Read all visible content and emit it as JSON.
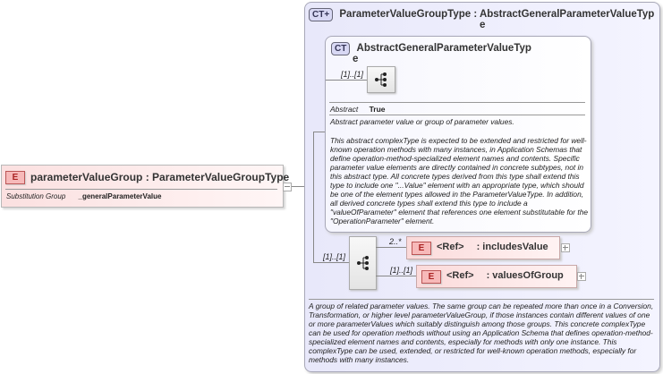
{
  "element": {
    "badge": "E",
    "title": "parameterValueGroup : ParameterValueGroupType",
    "property_label": "Substitution Group",
    "property_value": "_generalParameterValue"
  },
  "outer_type": {
    "badge": "CT+",
    "title_line1": "ParameterValueGroupType : AbstractGeneralParameterValueTyp",
    "title_line2": "e",
    "documentation": "A group of related parameter values. The same group can be repeated more than once in a Conversion, Transformation, or higher level parameterValueGroup, if those instances contain different values of one or more parameterValues which suitably distinguish among those groups. This concrete complexType can be used for operation methods without using an Application Schema that defines operation-method-specialized element names and contents, especially for methods with only one instance. This complexType can be used, extended, or restricted for well-known operation methods, especially for methods with many instances."
  },
  "inner_type": {
    "badge": "CT",
    "title_line1": "AbstractGeneralParameterValueTyp",
    "title_line2": "e",
    "sequence_multiplicity": "[1]..[1]",
    "property_label": "Abstract",
    "property_value": "True",
    "doc_summary": "Abstract parameter value or group of parameter values.",
    "doc_body": "This abstract complexType is expected to be extended and restricted for well-known operation methods with many instances, in Application Schemas that define operation-method-specialized element names and contents. Specific parameter value elements are directly contained in concrete subtypes, not in this abstract type. All concrete types derived from this type shall extend this type to include one \"...Value\" element with an appropriate type, which should be one of the element types allowed in the ParameterValueType. In addition, all derived concrete types shall extend this type to include a \"valueOfParameter\" element that references one element substitutable for the \"OperationParameter\" element."
  },
  "sequence": {
    "multiplicity": "[1]..[1]",
    "children": [
      {
        "badge": "E",
        "ref": "<Ref>",
        "name": ": includesValue",
        "multiplicity": "2..*"
      },
      {
        "badge": "E",
        "ref": "<Ref>",
        "name": ": valuesOfGroup",
        "multiplicity": "[1]..[1]"
      }
    ]
  },
  "colors": {
    "element_bg": "#fbe0e0",
    "type_panel_bg": "#ececfc",
    "badge_element": "#f7b9b9",
    "badge_type": "#d8d8f4"
  }
}
